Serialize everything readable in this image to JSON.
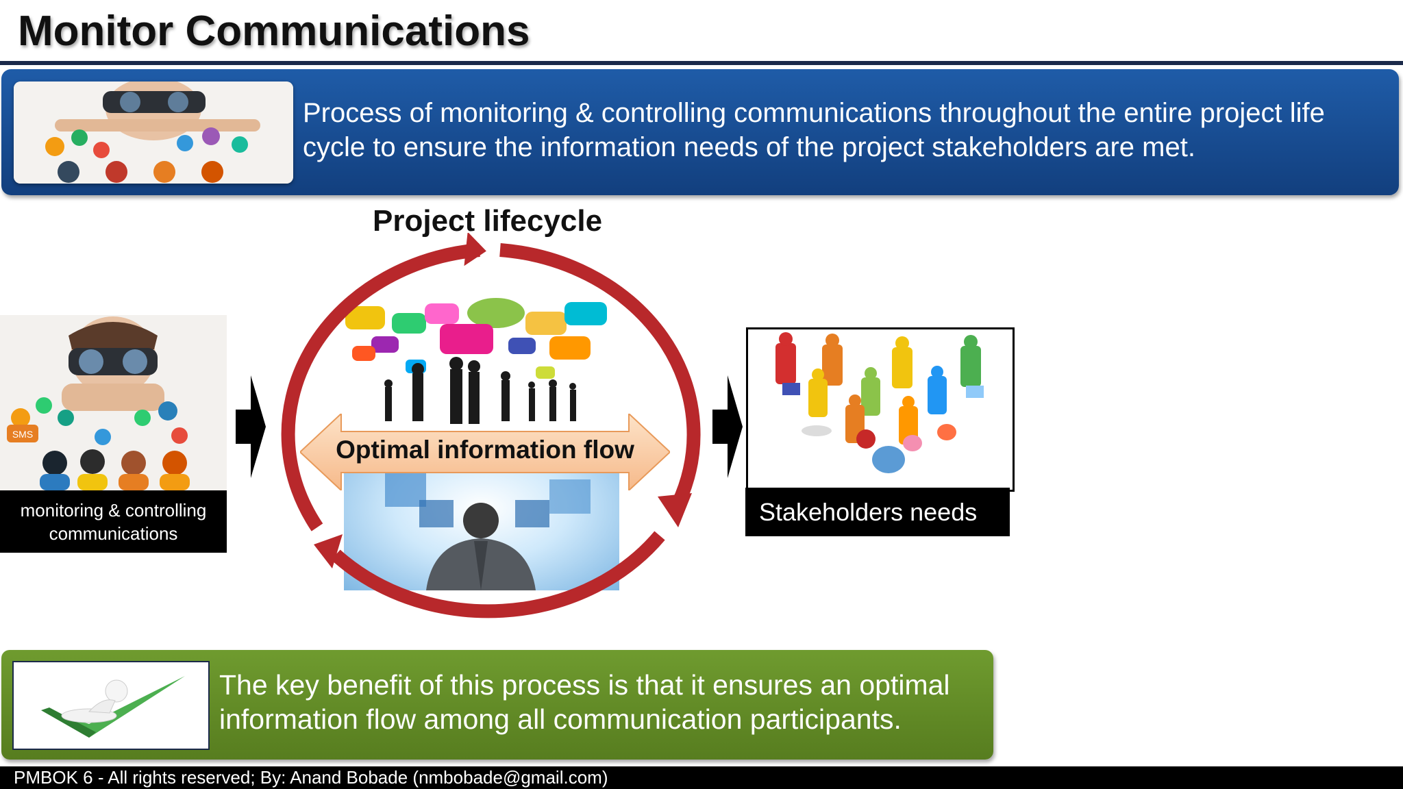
{
  "slide": {
    "title": "Monitor Communications",
    "definition": "Process of monitoring & controlling communications throughout the entire project life cycle to ensure the information needs of the project stakeholders are met.",
    "lifecycle_label": "Project lifecycle",
    "left_caption": "monitoring & controlling communications",
    "flow_label": "Optimal information flow",
    "stakeholders_caption": "Stakeholders needs",
    "benefit": "The key benefit of this process is that it ensures an optimal information flow among all communication participants.",
    "footer": "PMBOK 6 - All rights reserved; By: Anand Bobade (nmbobade@gmail.com)"
  },
  "colors": {
    "title_rule": "#1b2a4a",
    "definition_box": "#1a4e92",
    "benefit_box": "#628c27",
    "cycle_arrow": "#b8282b",
    "flow_arrow": "#f9c89a"
  },
  "icons": {
    "binoculars": "binoculars-person-icon",
    "stakeholders": "stakeholder-figures-icon",
    "check": "relaxing-check-icon"
  },
  "image_text": {
    "sms_badge": "SMS"
  }
}
